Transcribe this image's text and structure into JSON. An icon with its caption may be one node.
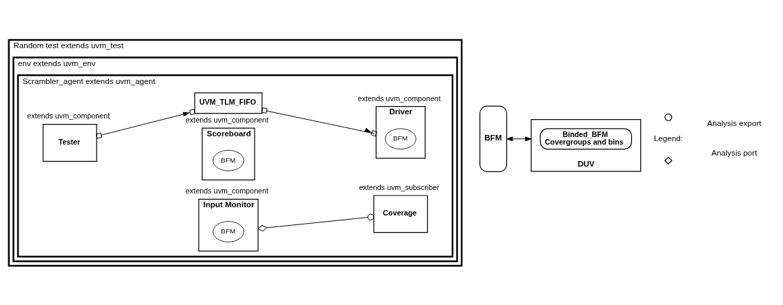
{
  "diagram": {
    "nodes": [
      {
        "text": [
          "Random test extends uvm_test"
        ]
      },
      {
        "text": [
          "env extends uvm_env"
        ],
        "in": 0
      },
      {
        "text": [
          "Scrambler_agent extends uvm_agent"
        ],
        "in": 1
      },
      {
        "text": [
          "Scoreboard"
        ],
        "beside": [
          "extends uvm_component"
        ],
        "in": 2
      },
      {
        "text": [
          "BFM"
        ],
        "in": 3
      },
      {
        "text": [
          "Coverage"
        ],
        "beside": [
          "extends uvm_subscriber"
        ],
        "in": 2
      },
      {
        "text": [
          "Tester"
        ],
        "beside": [
          "extends uvm_component"
        ],
        "in": 2
      },
      {
        "text": [
          "UVM_TLM_FIFO"
        ],
        "in": 2
      },
      {
        "text": [
          "Driver"
        ],
        "beside": [
          "extends uvm_component"
        ],
        "in": 2
      },
      {
        "text": [
          "BFM"
        ],
        "in": 8
      },
      {
        "text": [
          "Input Monitor"
        ],
        "beside": [
          "extends uvm_component"
        ],
        "in": 2
      },
      {
        "text": [
          "BFM"
        ],
        "in": 10
      },
      {
        "text": [
          "BFM"
        ]
      },
      {
        "text": [
          "DUV"
        ]
      },
      {
        "text": [
          "Binded_BFM",
          "Covergroups and bins"
        ],
        "in": 13
      }
    ],
    "edges": [
      {
        "from": 6,
        "to": 7,
        "arrow": "to"
      },
      {
        "from": 7,
        "to": 8,
        "arrow": "to"
      },
      {
        "from": 10,
        "to": 5,
        "arrow": "other"
      },
      {
        "from": 12,
        "to": 13,
        "arrow": "both"
      }
    ],
    "labels": [
      "Legend:"
    ],
    "legend": [
      {
        "text": "Analysis export"
      },
      {
        "text": "Analysis port"
      }
    ]
  }
}
